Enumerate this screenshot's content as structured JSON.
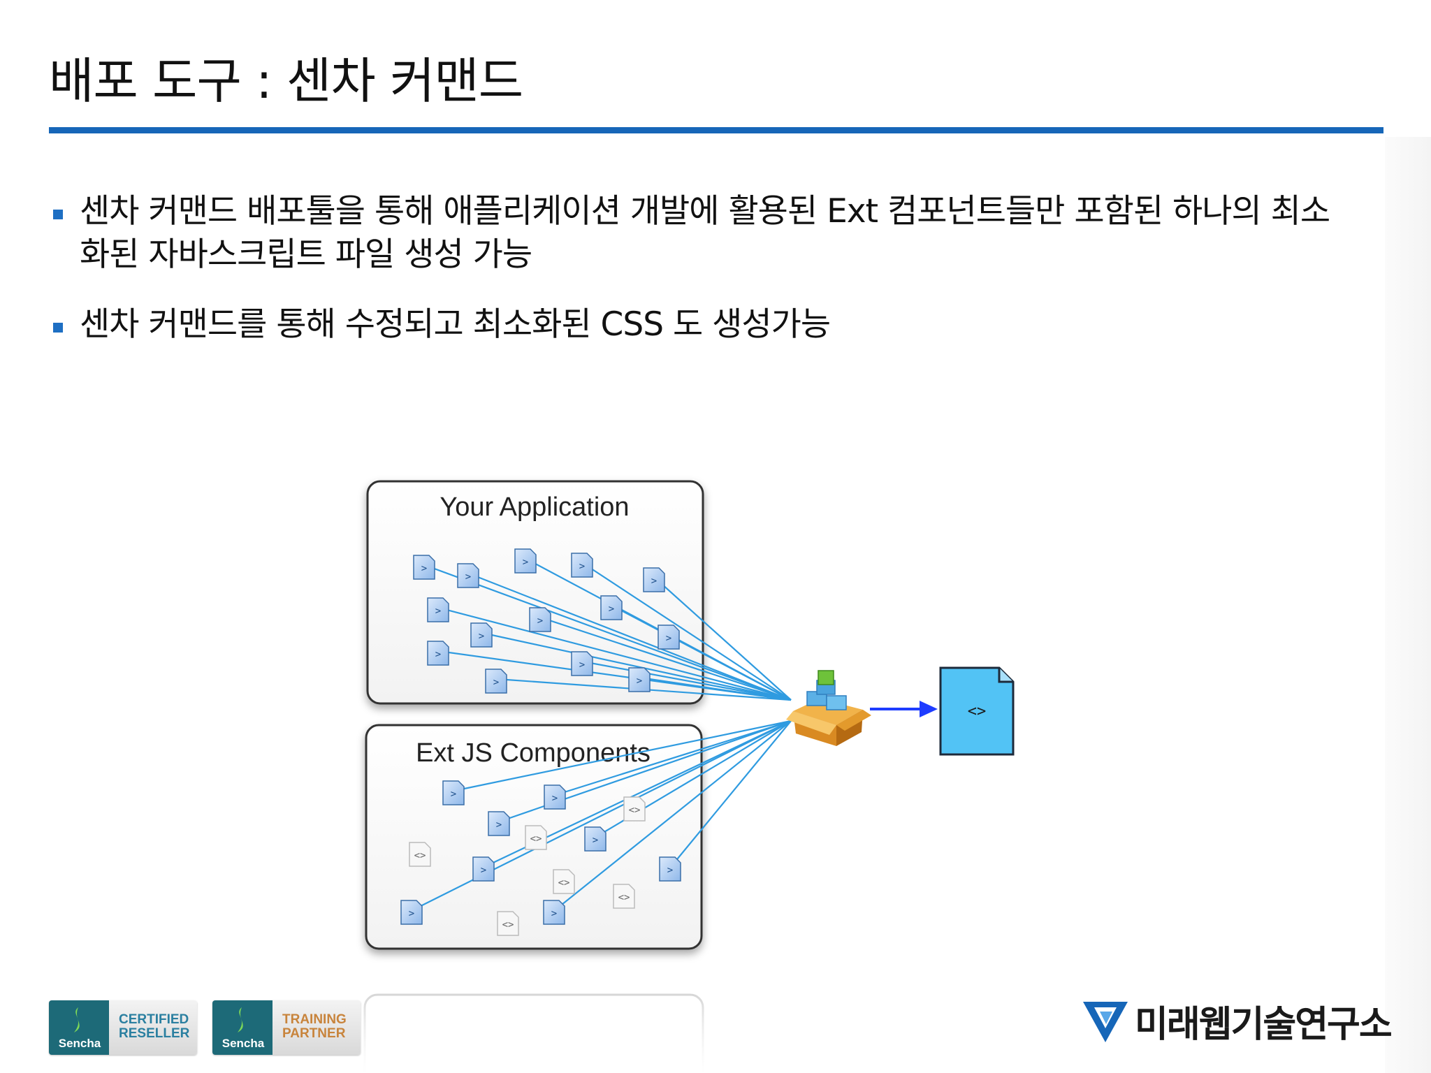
{
  "title": "배포 도구 : 센차 커맨드",
  "bullets": [
    "센차 커맨드 배포툴을 통해 애플리케이션 개발에 활용된 Ext 컴포넌트들만 포함된 하나의 최소화된 자바스크립트 파일 생성 가능",
    "센차 커맨드를 통해 수정되고 최소화된 CSS 도 생성가능"
  ],
  "diagram": {
    "app_box_label": "Your Application",
    "components_box_label": "Ext JS Components",
    "output_file_symbol": "<>",
    "colors": {
      "line": "#2f9be0",
      "arrow": "#1e3cff",
      "file": "#52c3f5",
      "accent": "#1666b8"
    }
  },
  "footer": {
    "badge1": {
      "brand": "Sencha",
      "line1": "CERTIFIED",
      "line2": "RESELLER",
      "color": "#2a7fa0"
    },
    "badge2": {
      "brand": "Sencha",
      "line1": "TRAINING",
      "line2": "PARTNER",
      "color": "#c8843c"
    },
    "company": "미래웹기술연구소"
  }
}
